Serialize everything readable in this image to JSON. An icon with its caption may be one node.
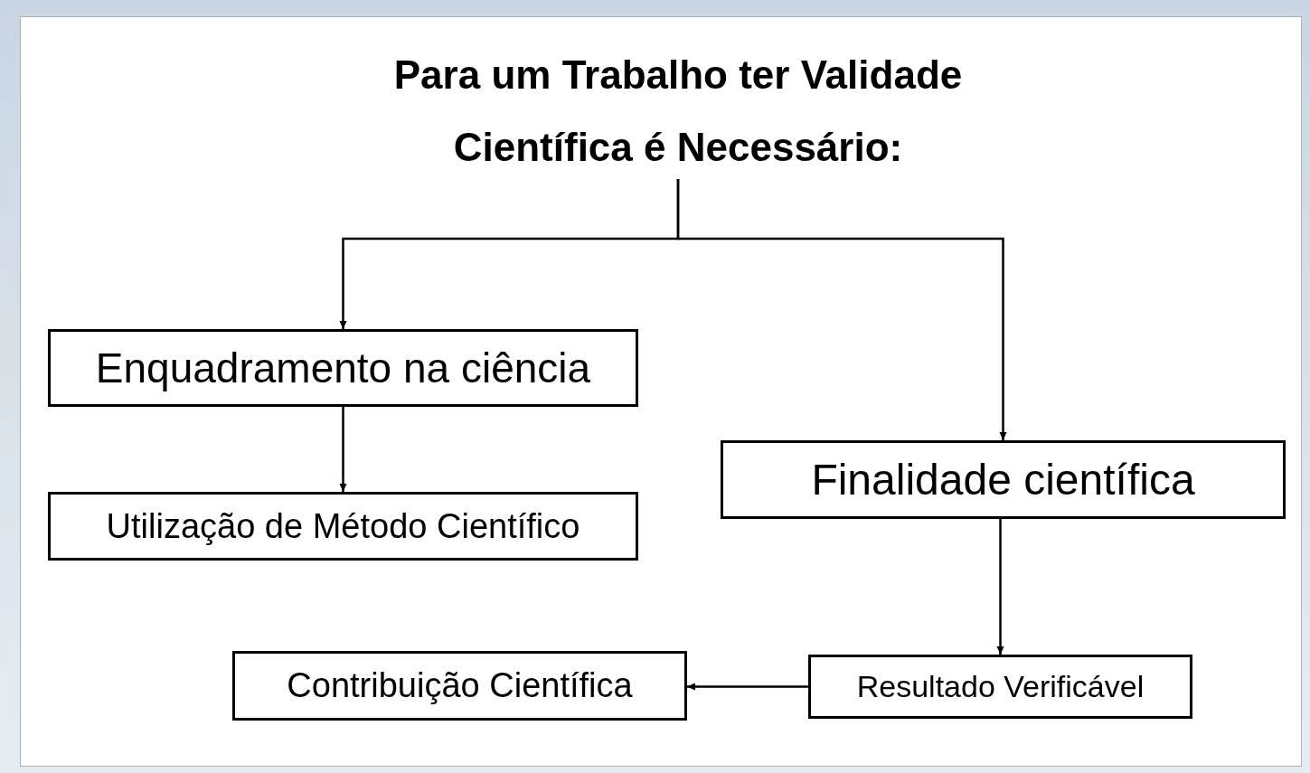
{
  "diagram": {
    "nodes": [
      {
        "text": [
          "Para um Trabalho ter Validade Científica é Necessário:"
        ]
      },
      {
        "text": [
          "Enquadramento na ciência"
        ]
      },
      {
        "text": [
          "Utilização de Método Científico"
        ]
      },
      {
        "text": [
          "Finalidade científica"
        ]
      },
      {
        "text": [
          "Contribuição Científica"
        ]
      },
      {
        "text": [
          "Resultado Verificável"
        ]
      }
    ],
    "edges": [
      {
        "from": 0,
        "to": 1,
        "arrow": "to"
      },
      {
        "from": 0,
        "to": 3,
        "arrow": "to"
      },
      {
        "from": 1,
        "to": 2,
        "arrow": "to"
      },
      {
        "from": 3,
        "to": 5,
        "arrow": "to"
      },
      {
        "from": 5,
        "to": 4,
        "arrow": "to"
      }
    ]
  }
}
